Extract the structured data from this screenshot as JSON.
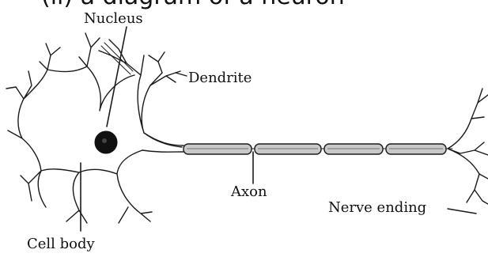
{
  "heading": "(ii) a diagram of a neuron",
  "labels": {
    "nucleus": "Nucleus",
    "dendrite": "Dendrite",
    "axon": "Axon",
    "nerve_ending": "Nerve ending",
    "cell_body": "Cell body"
  }
}
